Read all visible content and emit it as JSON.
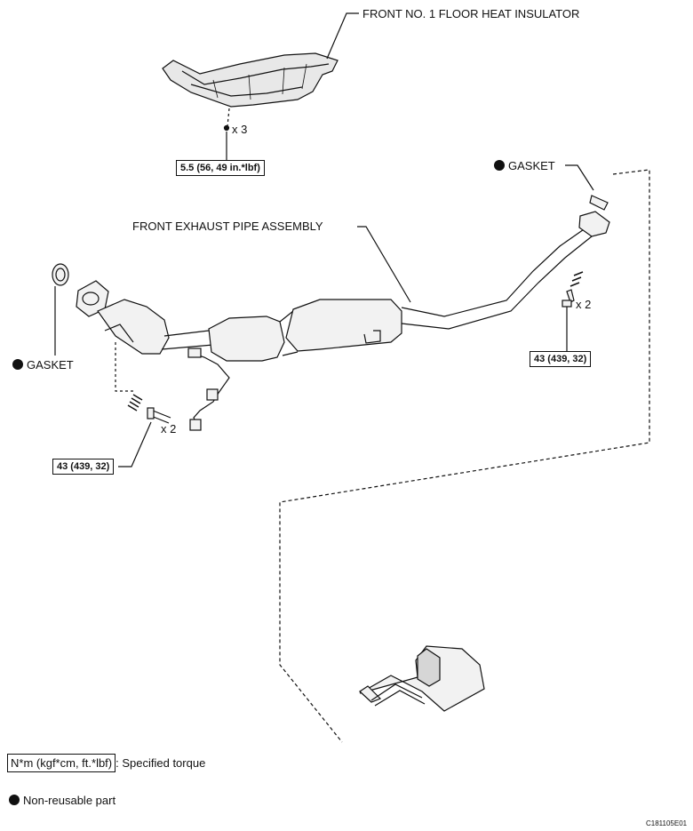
{
  "labels": {
    "heat_insulator": "FRONT NO. 1 FLOOR HEAT INSULATOR",
    "gasket_right": "GASKET",
    "front_exhaust_pipe": "FRONT EXHAUST PIPE ASSEMBLY",
    "gasket_left": "GASKET",
    "qty_insulator": "x 3",
    "qty_right": "x 2",
    "qty_left": "x 2"
  },
  "torques": {
    "insulator": "5.5 (56, 49 in.*lbf)",
    "right": "43 (439, 32)",
    "left": "43 (439, 32)"
  },
  "legend": {
    "torque_units": "N*m (kgf*cm, ft.*lbf)",
    "torque_desc": ": Specified torque",
    "non_reusable": "Non-reusable part"
  },
  "figure_code": "C181105E01"
}
